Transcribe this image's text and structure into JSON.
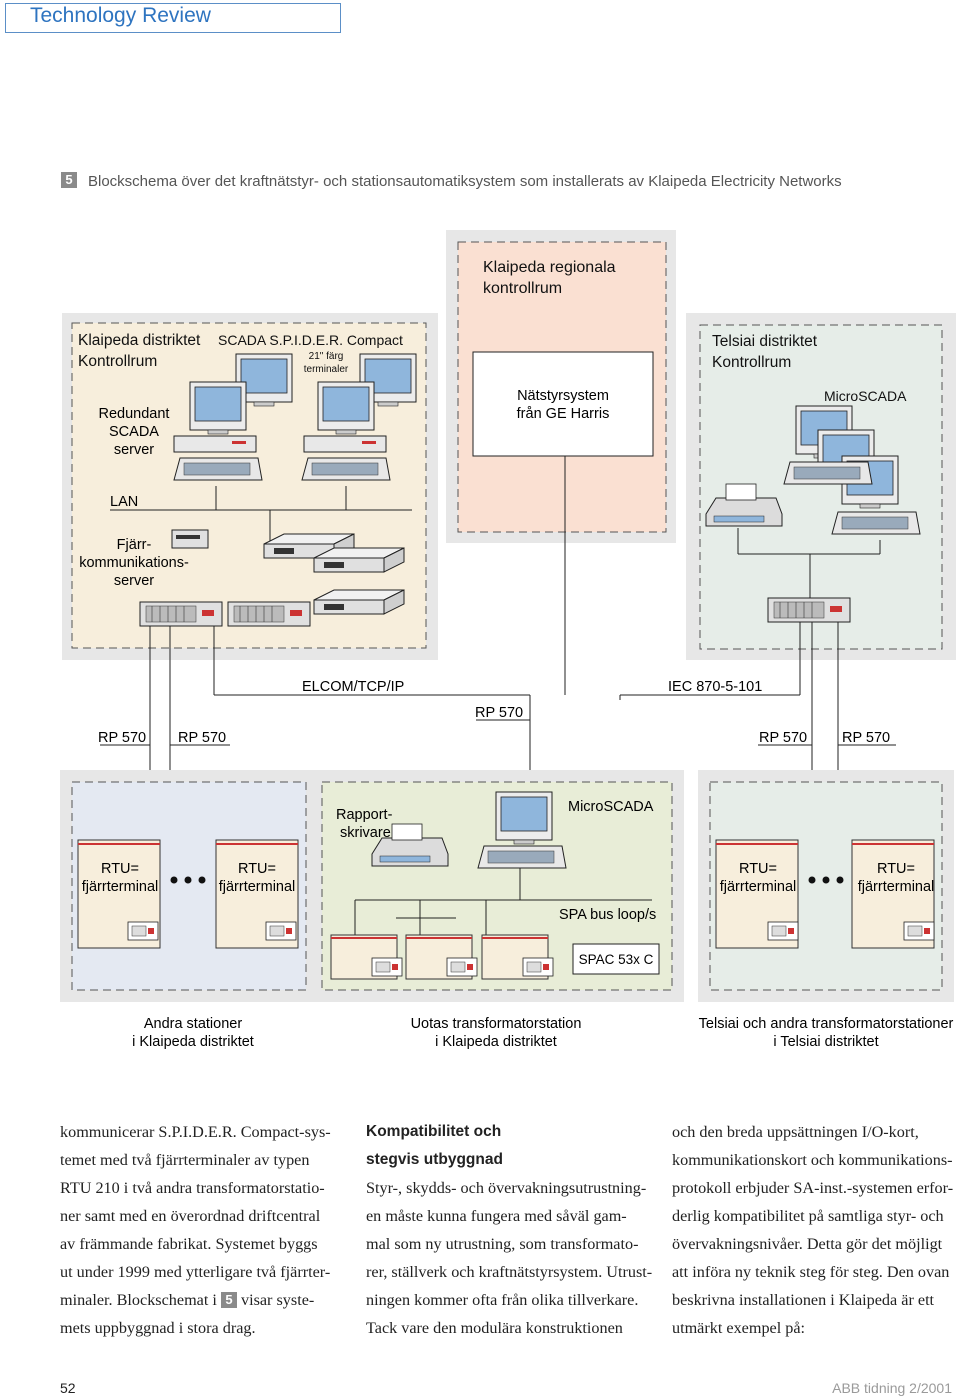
{
  "header": {
    "title": "Technology Review"
  },
  "figure": {
    "number": "5",
    "caption": "Blockschema över det kraftnätstyr- och stationsautomatiksystem som installerats av Klaipeda Electricity Networks"
  },
  "diagram": {
    "regional_control": {
      "title_line1": "Klaipeda regionala",
      "title_line2": "kontrollrum",
      "system_line1": "Nätstyrsystem",
      "system_line2": "från GE Harris"
    },
    "klaipeda_district": {
      "title_line1": "Klaipeda distriktet",
      "title_line2": "Kontrollrum",
      "scada_label": "SCADA S.P.I.D.E.R. Compact",
      "terminals_line1": "21\" färg",
      "terminals_line2": "terminaler",
      "server_line1": "Redundant",
      "server_line2": "SCADA",
      "server_line3": "server",
      "lan": "LAN",
      "comm_line1": "Fjärr-",
      "comm_line2": "kommunikations-",
      "comm_line3": "server"
    },
    "telsiai_district": {
      "title_line1": "Telsiai distriktet",
      "title_line2": "Kontrollrum",
      "system": "MicroSCADA"
    },
    "links": {
      "elcom": "ELCOM/TCP/IP",
      "iec": "IEC 870-5-101",
      "rp_left1": "RP 570",
      "rp_left2": "RP 570",
      "rp_center": "RP 570",
      "rp_right1": "RP 570",
      "rp_right2": "RP 570"
    },
    "lower_left": {
      "rtu1_line1": "RTU=",
      "rtu1_line2": "fjärrterminal",
      "rtu2_line1": "RTU=",
      "rtu2_line2": "fjärrterminal"
    },
    "lower_center": {
      "printer_line1": "Rapport-",
      "printer_line2": "skrivare",
      "system": "MicroSCADA",
      "bus": "SPA bus loop/s",
      "relay": "SPAC 53x C"
    },
    "lower_right": {
      "rtu1_line1": "RTU=",
      "rtu1_line2": "fjärrterminal",
      "rtu2_line1": "RTU=",
      "rtu2_line2": "fjärrterminal"
    },
    "captions": {
      "left_line1": "Andra stationer",
      "left_line2": "i Klaipeda distriktet",
      "center_line1": "Uotas transformatorstation",
      "center_line2": "i Klaipeda distriktet",
      "right_line1": "Telsiai och andra transformatorstationer",
      "right_line2": "i Telsiai distriktet"
    }
  },
  "body_text": {
    "col1": [
      "kommunicerar S.P.I.D.E.R. Compact-sys-",
      "temet med två fjärrterminaler av typen",
      "RTU 210 i två andra transformatorstatio-",
      "ner samt med en överordnad driftcentral",
      "av främmande fabrikat. Systemet byggs",
      "ut under 1999 med ytterligare två fjärrter-",
      "minaler. Blockschemat i",
      "visar syste-",
      "mets uppbyggnad i stora drag."
    ],
    "col1_badge": "5",
    "col2_heading_line1": "Kompatibilitet och",
    "col2_heading_line2": "stegvis utbyggnad",
    "col2": [
      "Styr-, skydds- och övervakningsutrustning-",
      "en måste kunna fungera med såväl gam-",
      "mal som ny utrustning, som transformato-",
      "rer, ställverk och kraftnätstyrsystem. Utrust-",
      "ningen kommer ofta från olika tillverkare.",
      "Tack vare den modulära konstruktionen"
    ],
    "col3": [
      "och den breda uppsättningen I/O-kort,",
      "kommunikationskort och kommunikations-",
      "protokoll erbjuder SA-inst.-systemen erfor-",
      "derlig kompatibilitet på samtliga styr- och",
      "övervakningsnivåer. Detta gör det möjligt",
      "att införa ny teknik steg för steg. Den ovan",
      "beskrivna installationen i Klaipeda är ett",
      "utmärkt exempel på:"
    ]
  },
  "footer": {
    "page_number": "52",
    "publication": "ABB tidning 2/2001"
  }
}
